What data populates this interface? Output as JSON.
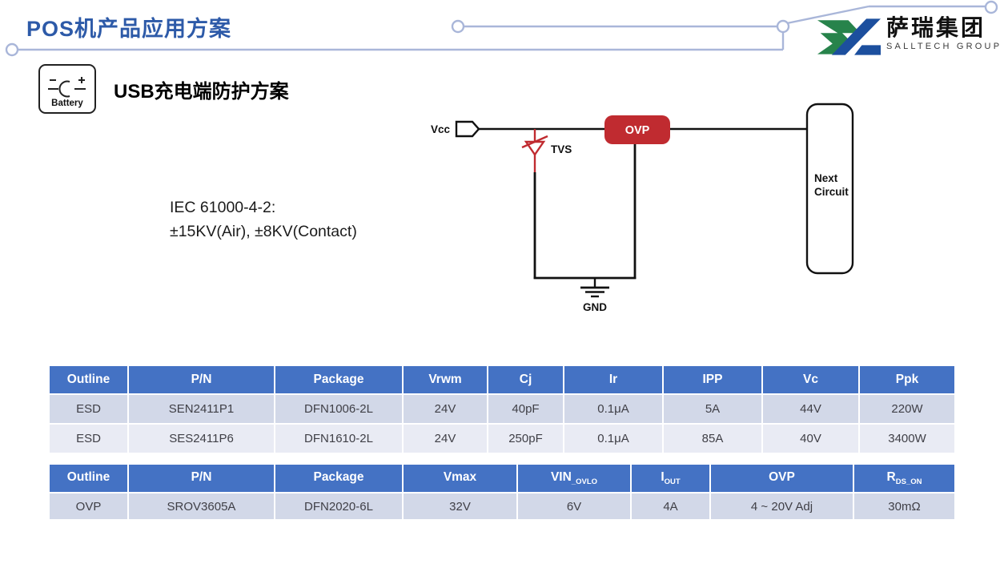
{
  "page": {
    "title": "POS机产品应用方案"
  },
  "logo": {
    "name_cn": "萨瑞集团",
    "name_en": "SALLTECH GROUP"
  },
  "section": {
    "icon_label": "Battery",
    "heading_prefix": "USB",
    "heading_rest": "充电端防护方案"
  },
  "note": {
    "line1": "IEC 61000-4-2:",
    "line2": "±15KV(Air), ±8KV(Contact)"
  },
  "diagram": {
    "vcc_label": "Vcc",
    "tvs_label": "TVS",
    "ovp_label": "OVP",
    "next_circuit_line1": "Next",
    "next_circuit_line2": "Circuit",
    "gnd_label": "GND"
  },
  "colors": {
    "title_blue": "#2D5AA8",
    "table_header_blue": "#4472C4",
    "band_dark": "#D2D8E8",
    "band_light": "#E9EBF4",
    "component_red": "#C02B30",
    "logo_green": "#27834B",
    "logo_blue": "#1C4F9E",
    "deco_line": "#A9B6D9"
  },
  "tables": {
    "esd": {
      "headers": [
        "Outline",
        "P/N",
        "Package",
        "Vrwm",
        "Cj",
        "Ir",
        "IPP",
        "Vc",
        "Ppk"
      ],
      "rows": [
        [
          "ESD",
          "SEN2411P1",
          "DFN1006-2L",
          "24V",
          "40pF",
          "0.1μA",
          "5A",
          "44V",
          "220W"
        ],
        [
          "ESD",
          "SES2411P6",
          "DFN1610-2L",
          "24V",
          "250pF",
          "0.1μA",
          "85A",
          "40V",
          "3400W"
        ]
      ]
    },
    "ovp": {
      "headers": [
        {
          "base": "Outline",
          "sub": ""
        },
        {
          "base": "P/N",
          "sub": ""
        },
        {
          "base": "Package",
          "sub": ""
        },
        {
          "base": "Vmax",
          "sub": ""
        },
        {
          "base": "VIN",
          "sub": "_OVLO"
        },
        {
          "base": "I",
          "sub": "OUT"
        },
        {
          "base": "OVP",
          "sub": ""
        },
        {
          "base": "R",
          "sub": "DS_ON"
        }
      ],
      "rows": [
        [
          "OVP",
          "SROV3605A",
          "DFN2020-6L",
          "32V",
          "6V",
          "4A",
          "4 ~ 20V Adj",
          "30mΩ"
        ]
      ]
    }
  }
}
